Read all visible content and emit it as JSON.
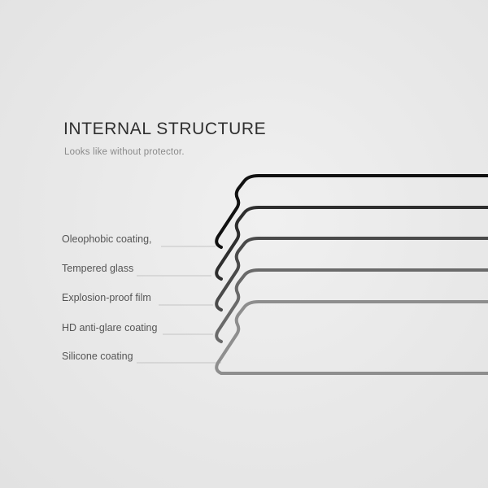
{
  "header": {
    "title": "INTERNAL STRUCTURE",
    "subtitle": "Looks like without protector."
  },
  "layers": [
    {
      "label": "Oleophobic coating,",
      "color": "#111111"
    },
    {
      "label": "Tempered glass",
      "color": "#2e2e2e"
    },
    {
      "label": "Explosion-proof film",
      "color": "#4a4a4a"
    },
    {
      "label": "HD anti-glare coating",
      "color": "#6a6a6a"
    },
    {
      "label": "Silicone coating",
      "color": "#8e8e8e"
    }
  ]
}
